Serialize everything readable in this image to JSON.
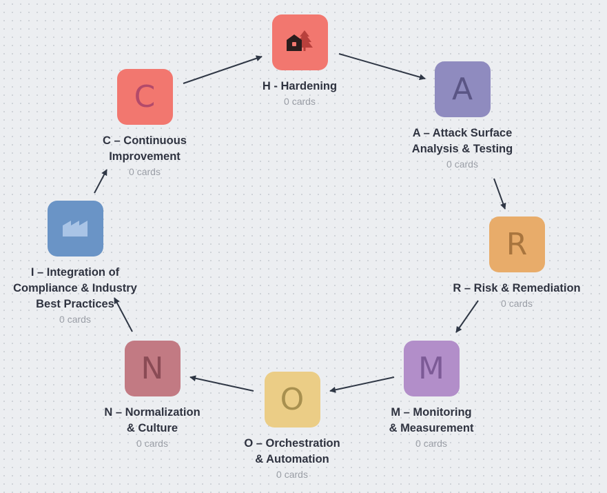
{
  "nodes": [
    {
      "id": "h",
      "glyph": "house-trees-icon",
      "tile_color": "#f2776f",
      "title_lines": [
        "H - Hardening"
      ],
      "count": "0 cards"
    },
    {
      "id": "a",
      "letter": "A",
      "tile_color": "#8f8bbf",
      "letter_color": "#5a5585",
      "title_lines": [
        "A – Attack Surface",
        "Analysis & Testing"
      ],
      "count": "0 cards"
    },
    {
      "id": "r",
      "letter": "R",
      "tile_color": "#e8ac6a",
      "letter_color": "#a8753e",
      "title_lines": [
        "R – Risk & Remediation"
      ],
      "count": "0 cards"
    },
    {
      "id": "m",
      "letter": "M",
      "tile_color": "#b28ec9",
      "letter_color": "#7c5a96",
      "title_lines": [
        "M – Monitoring",
        "& Measurement"
      ],
      "count": "0 cards"
    },
    {
      "id": "o",
      "letter": "O",
      "tile_color": "#ebcd86",
      "letter_color": "#a8904f",
      "title_lines": [
        "O – Orchestration",
        "& Automation"
      ],
      "count": "0 cards"
    },
    {
      "id": "n",
      "letter": "N",
      "tile_color": "#c27a83",
      "letter_color": "#8a4b55",
      "title_lines": [
        "N – Normalization",
        "& Culture"
      ],
      "count": "0 cards"
    },
    {
      "id": "i",
      "glyph": "factory-icon",
      "tile_color": "#6a94c6",
      "title_lines": [
        "I – Integration of",
        "Compliance & Industry",
        "Best Practices"
      ],
      "count": "0 cards"
    },
    {
      "id": "c",
      "letter": "C",
      "tile_color": "#f2776f",
      "letter_color": "#b34a6a",
      "title_lines": [
        "C – Continuous",
        "Improvement"
      ],
      "count": "0 cards"
    }
  ],
  "edges": [
    {
      "from": "h",
      "to": "a"
    },
    {
      "from": "a",
      "to": "r"
    },
    {
      "from": "r",
      "to": "m"
    },
    {
      "from": "m",
      "to": "o"
    },
    {
      "from": "o",
      "to": "n"
    },
    {
      "from": "n",
      "to": "i"
    },
    {
      "from": "i",
      "to": "c"
    },
    {
      "from": "c",
      "to": "h"
    }
  ],
  "colors": {
    "arrow": "#2f3745",
    "title": "#2f3340",
    "count": "#9a9ea6"
  }
}
